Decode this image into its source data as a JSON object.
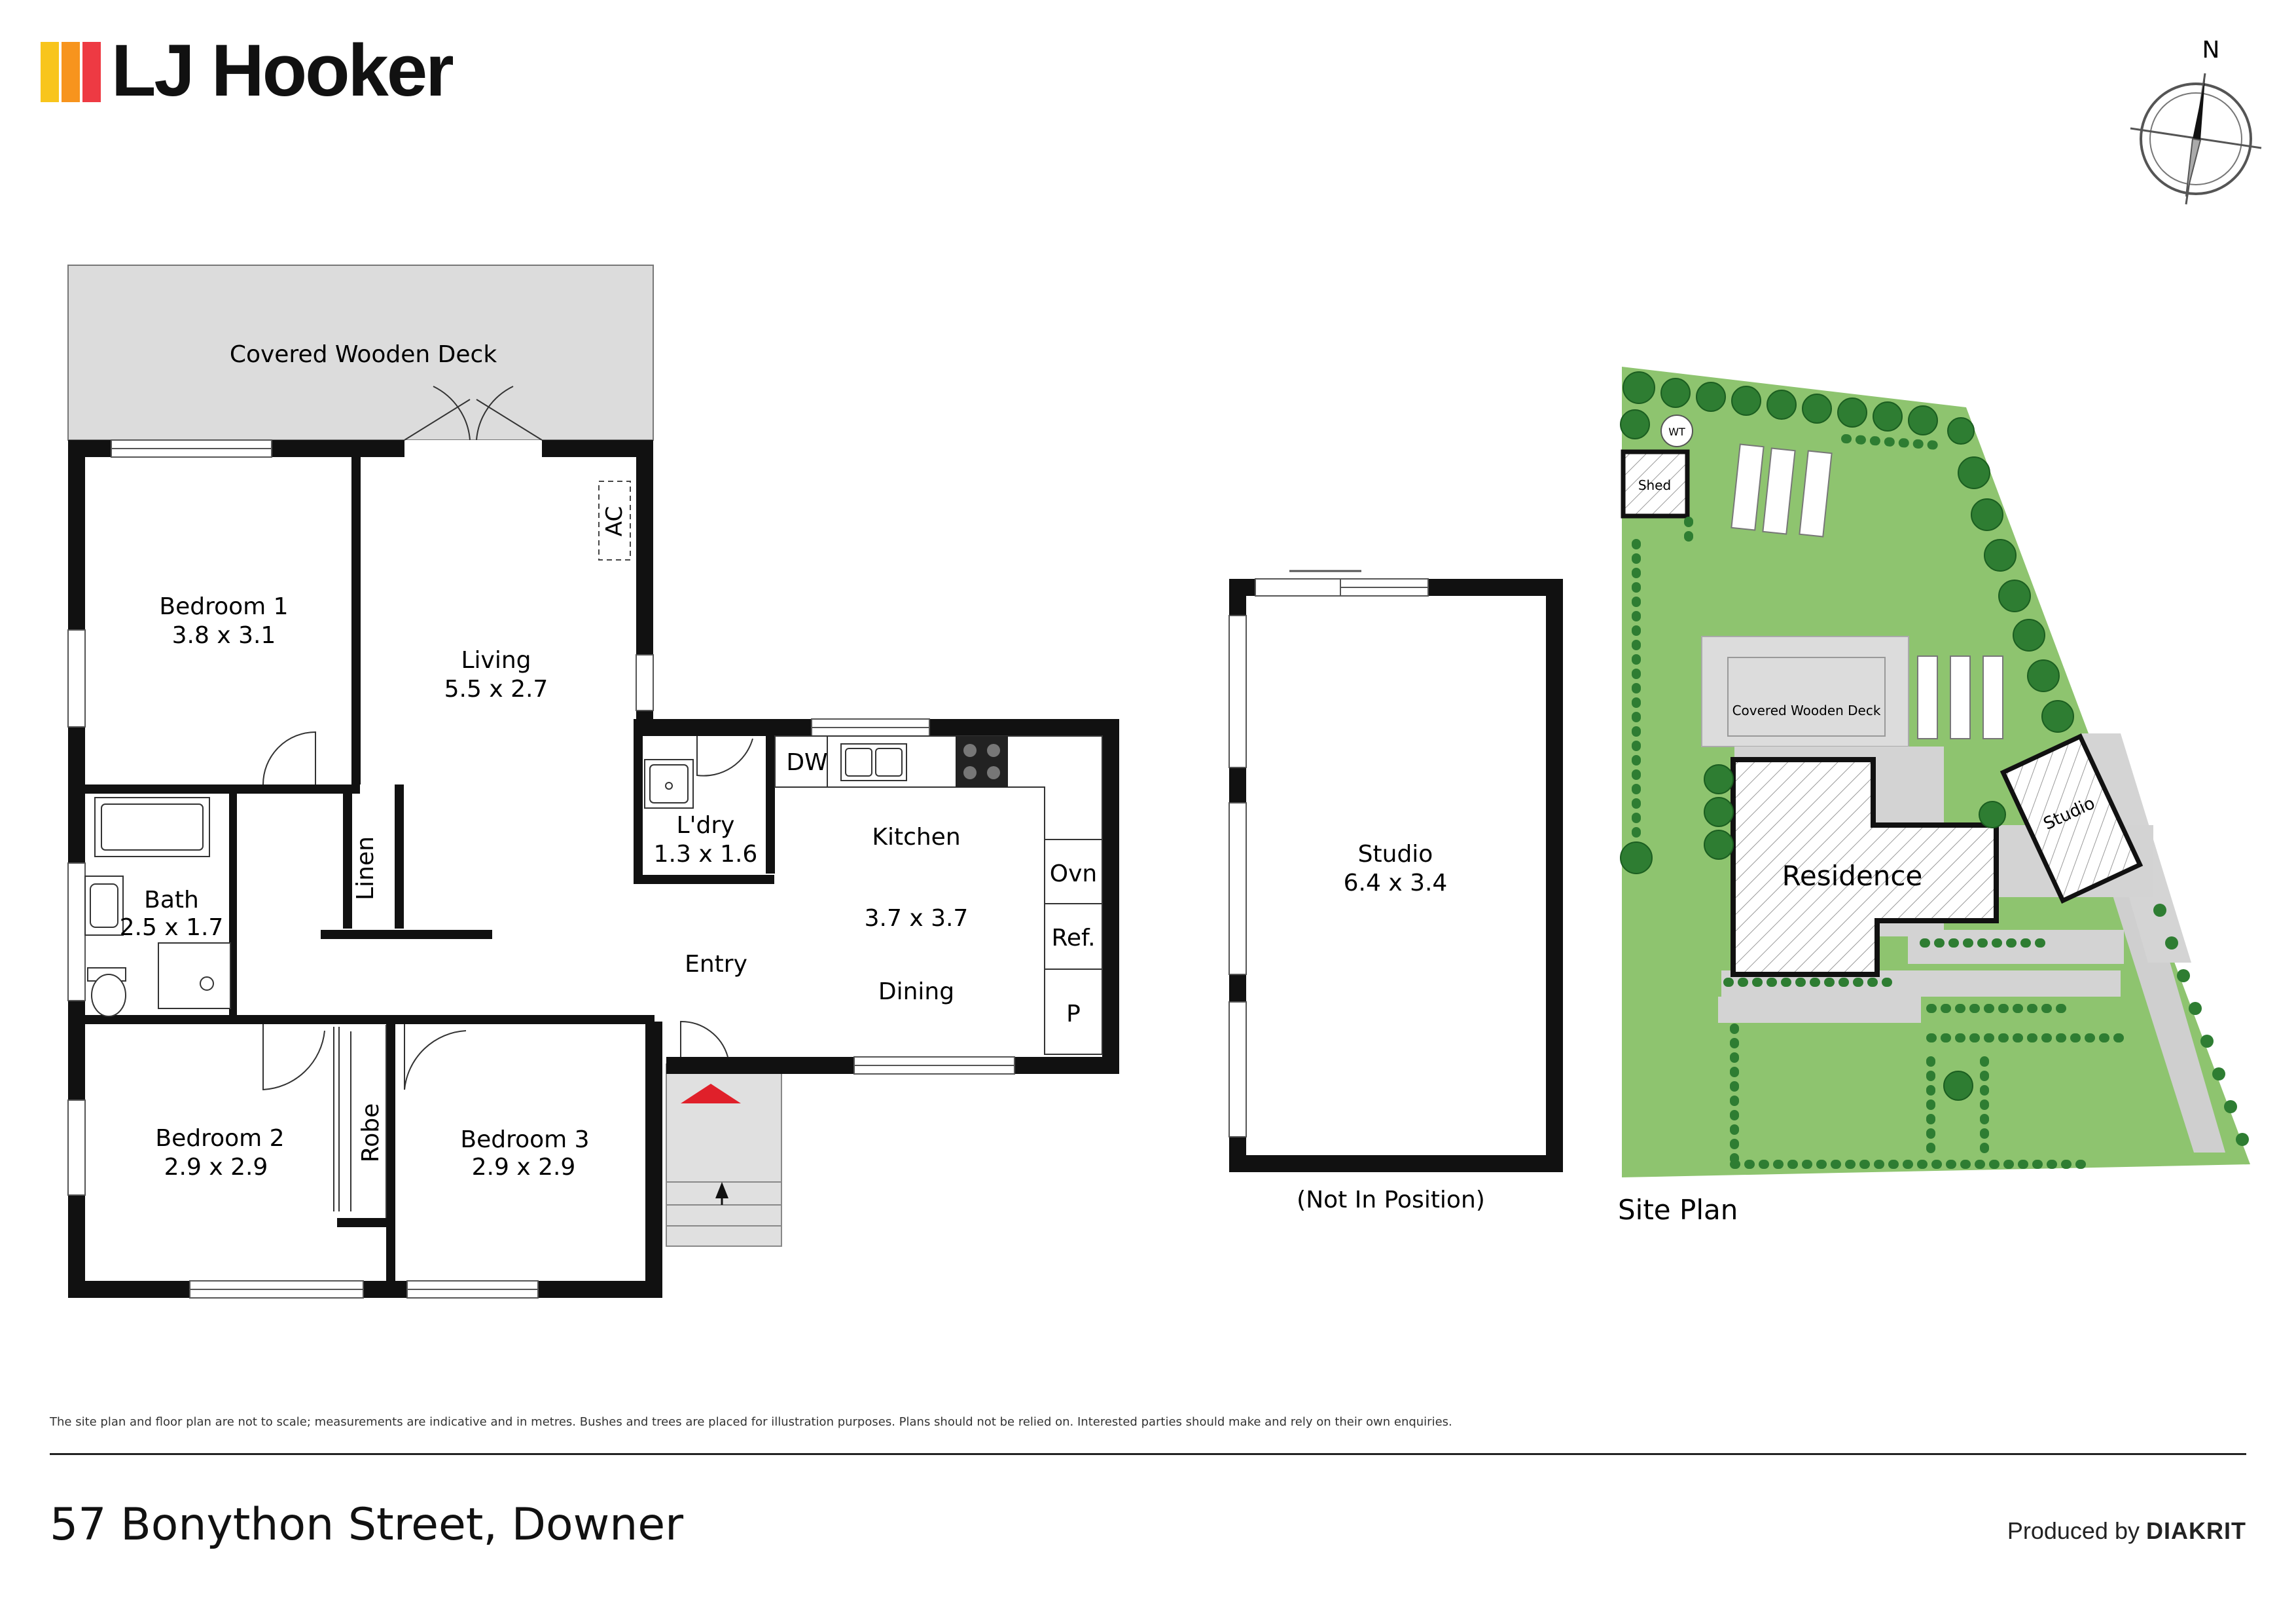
{
  "brand": {
    "name": "LJ Hooker",
    "stripe_colors": [
      "#f8c51c",
      "#f7941d",
      "#ee3a43"
    ]
  },
  "compass": {
    "north_label": "N"
  },
  "floor_plan": {
    "covered_deck": "Covered Wooden Deck",
    "rooms": [
      {
        "id": "bedroom1",
        "name": "Bedroom 1",
        "dims": "3.8 x 3.1"
      },
      {
        "id": "living",
        "name": "Living",
        "dims": "5.5 x 2.7"
      },
      {
        "id": "laundry",
        "name": "L'dry",
        "dims": "1.3 x 1.6"
      },
      {
        "id": "kitchen",
        "name": "Kitchen",
        "dims": "3.7 x 3.7"
      },
      {
        "id": "bath",
        "name": "Bath",
        "dims": "2.5 x 1.7"
      },
      {
        "id": "bedroom2",
        "name": "Bedroom 2",
        "dims": "2.9 x 2.9"
      },
      {
        "id": "bedroom3",
        "name": "Bedroom 3",
        "dims": "2.9 x 2.9"
      }
    ],
    "labels": {
      "ac": "AC",
      "linen": "Linen",
      "robe": "Robe",
      "entry": "Entry",
      "dining": "Dining",
      "dw": "DW",
      "oven": "Ovn",
      "fridge": "Ref.",
      "pantry": "P"
    }
  },
  "studio_plan": {
    "name": "Studio",
    "dims": "6.4 x 3.4",
    "note": "(Not In Position)"
  },
  "site_plan": {
    "title": "Site Plan",
    "residence": "Residence",
    "studio": "Studio",
    "shed": "Shed",
    "water_tank": "WT",
    "deck": "Covered Wooden Deck",
    "colors": {
      "lawn": "#8ec46f",
      "tree": "#2e7d32",
      "paving": "#d3d3d3",
      "deck": "#dcdcdc"
    }
  },
  "footer": {
    "disclaimer": "The site plan and floor plan are not to scale; measurements are indicative and in metres. Bushes and trees are placed for illustration purposes. Plans should not be relied on. Interested parties should make and rely on their own enquiries.",
    "address": "57 Bonython Street, Downer",
    "produced_by_prefix": "Produced by",
    "produced_by_brand": "DIAKRIT"
  }
}
